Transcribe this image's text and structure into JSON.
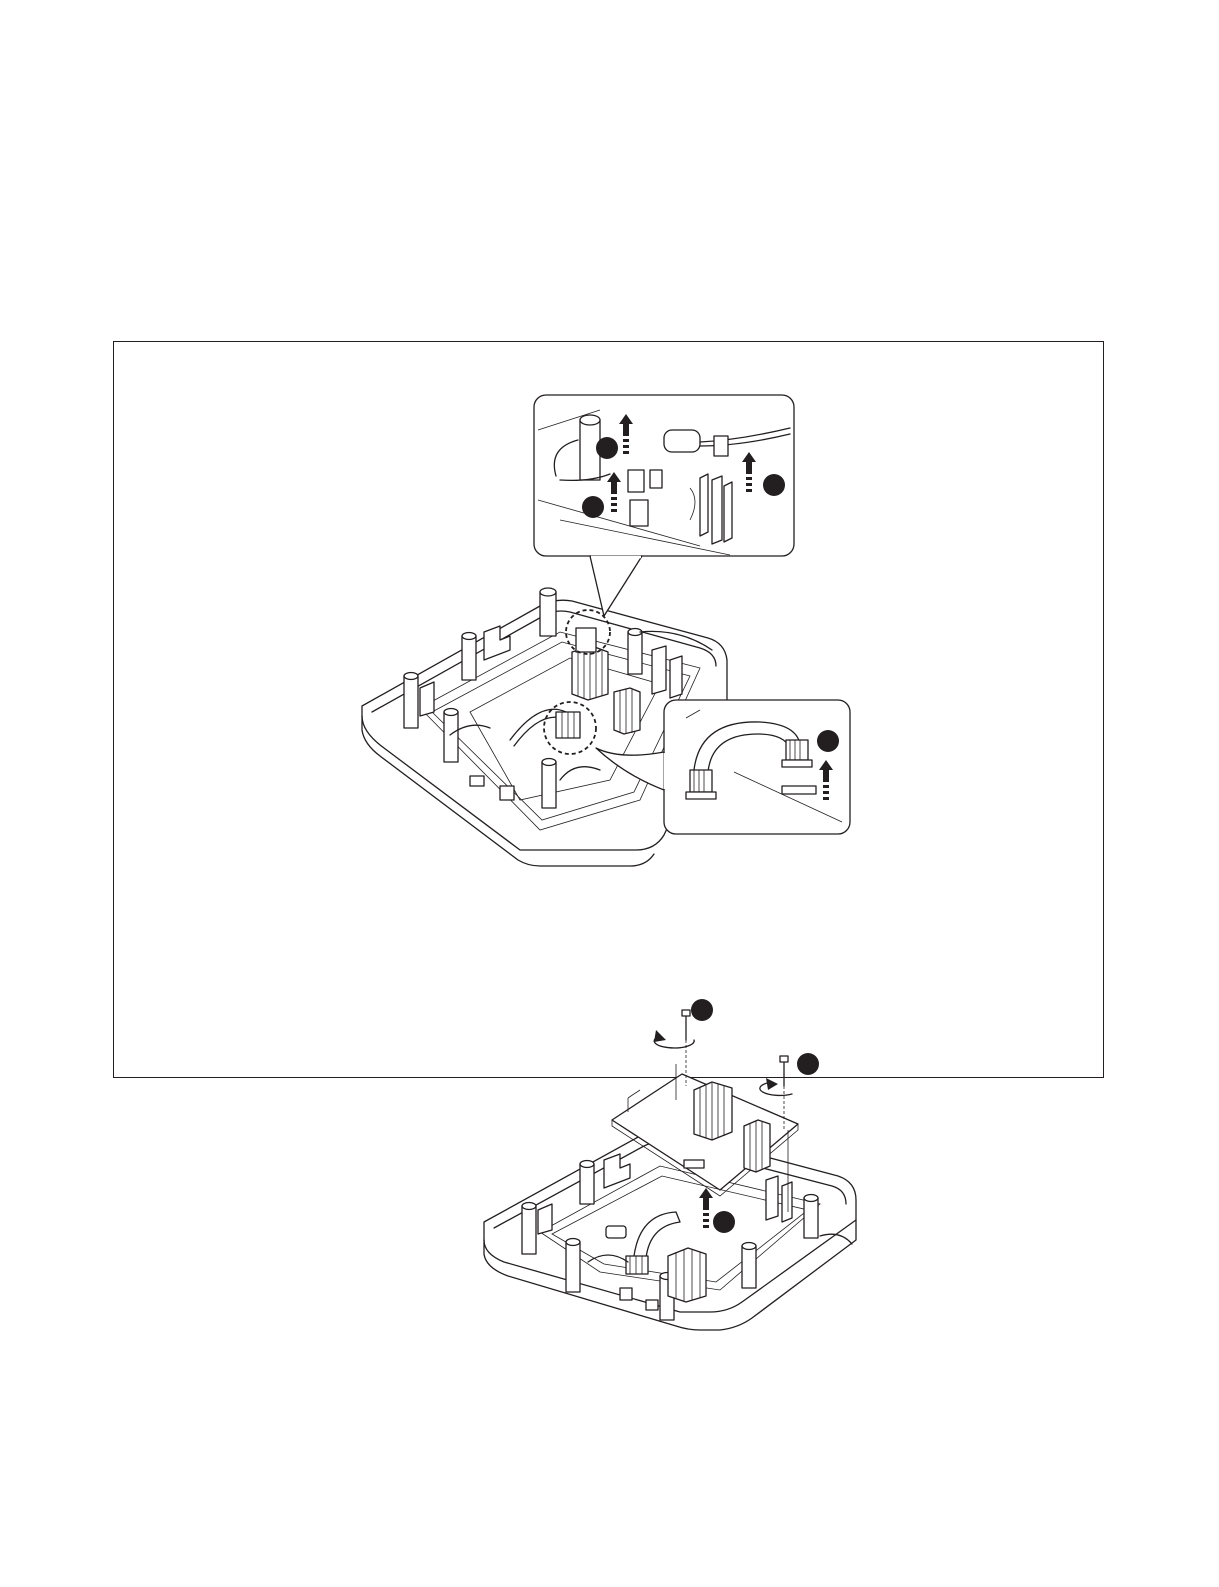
{
  "figure": {
    "colors": {
      "ink": "#231f20",
      "paper": "#ffffff"
    },
    "upper_illustration": {
      "part": "device-base-with-main-pcb",
      "detail_callouts": [
        "connector-detail-top",
        "ribbon-cable-detail-right"
      ],
      "action_icons": [
        "lift-arrow-icon",
        "lift-arrow-icon",
        "lift-arrow-icon",
        "lift-arrow-icon"
      ],
      "step_markers": 4
    },
    "lower_illustration": {
      "part": "pcb-removal-exploded-view",
      "action_icons": [
        "rotate-arrow-icon",
        "rotate-arrow-icon",
        "lift-arrow-icon"
      ],
      "step_markers": 3
    }
  }
}
